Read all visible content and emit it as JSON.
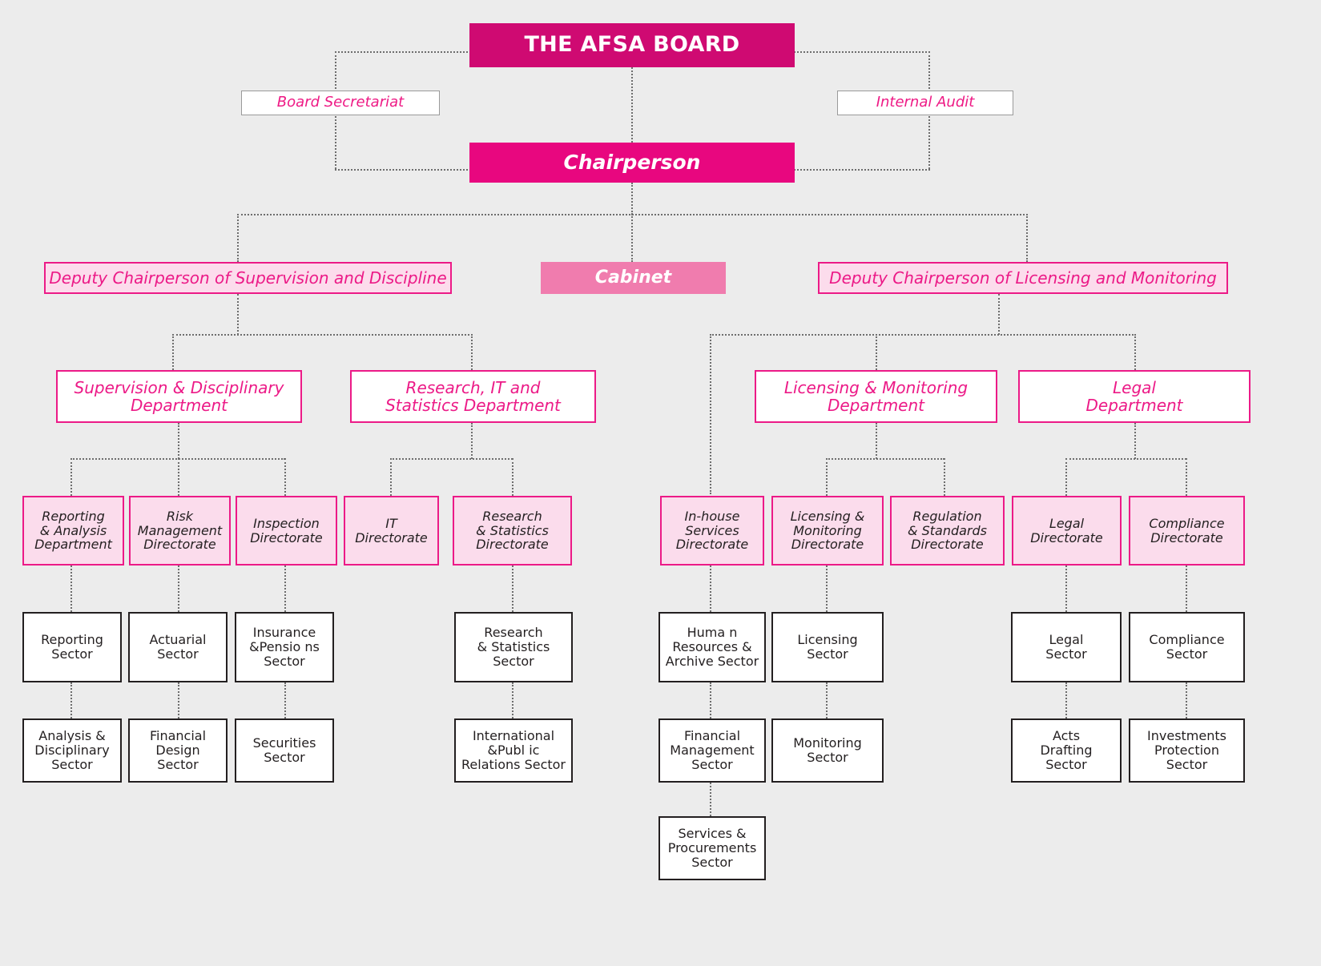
{
  "chart": {
    "title": "THE AFSA BOARD",
    "background_color": "#ececec",
    "accent_color": "#ec1a87",
    "nodes": {
      "board": "THE AFSA BOARD",
      "board_secretariat": "Board Secretariat",
      "internal_audit": "Internal Audit",
      "chairperson": "Chairperson",
      "cabinet": "Cabinet",
      "deputy_supervision": "Deputy Chairperson of Supervision and Discipline",
      "deputy_licensing": "Deputy Chairperson of Licensing and Monitoring",
      "dept_supervision": "Supervision & Disciplinary\nDepartment",
      "dept_research": "Research, IT and\nStatistics Department",
      "dept_licensing": "Licensing & Monitoring\nDepartment",
      "dept_legal": "Legal\nDepartment",
      "dir_reporting_analysis": "Reporting\n& Analysis\nDepartment",
      "dir_risk_management": "Risk\nManagement\nDirectorate",
      "dir_inspection": "Inspection\nDirectorate",
      "dir_it": "IT\nDirectorate",
      "dir_research_statistics": "Research\n& Statistics\nDirectorate",
      "dir_inhouse_services": "In-house\nServices\nDirectorate",
      "dir_licensing_monitoring": "Licensing &\nMonitoring\nDirectorate",
      "dir_regulation_standards": "Regulation\n& Standards\nDirectorate",
      "dir_legal": "Legal\nDirectorate",
      "dir_compliance": "Compliance\nDirectorate",
      "sec_reporting": "Reporting\nSector",
      "sec_actuarial": "Actuarial\nSector",
      "sec_insurance_pensions": "Insurance\n&Pensio ns\nSector",
      "sec_research_statistics": "Research\n& Statistics\nSector",
      "sec_human_resources": "Huma n\nResources &\nArchive Sector",
      "sec_licensing": "Licensing\nSector",
      "sec_legal": "Legal\nSector",
      "sec_compliance": "Compliance\nSector",
      "sec_analysis_disciplinary": "Analysis &\nDisciplinary\nSector",
      "sec_financial_design": "Financial\nDesign\nSector",
      "sec_securities": "Securities\nSector",
      "sec_international_public_relations": "International\n&Publ ic\nRelations Sector",
      "sec_financial_management": "Financial\nManagement\nSector",
      "sec_monitoring": "Monitoring\nSector",
      "sec_acts_drafting": "Acts\nDrafting\nSector",
      "sec_investments_protection": "Investments\nProtection\nSector",
      "sec_services_procurements": "Services &\nProcurements\nSector"
    }
  }
}
